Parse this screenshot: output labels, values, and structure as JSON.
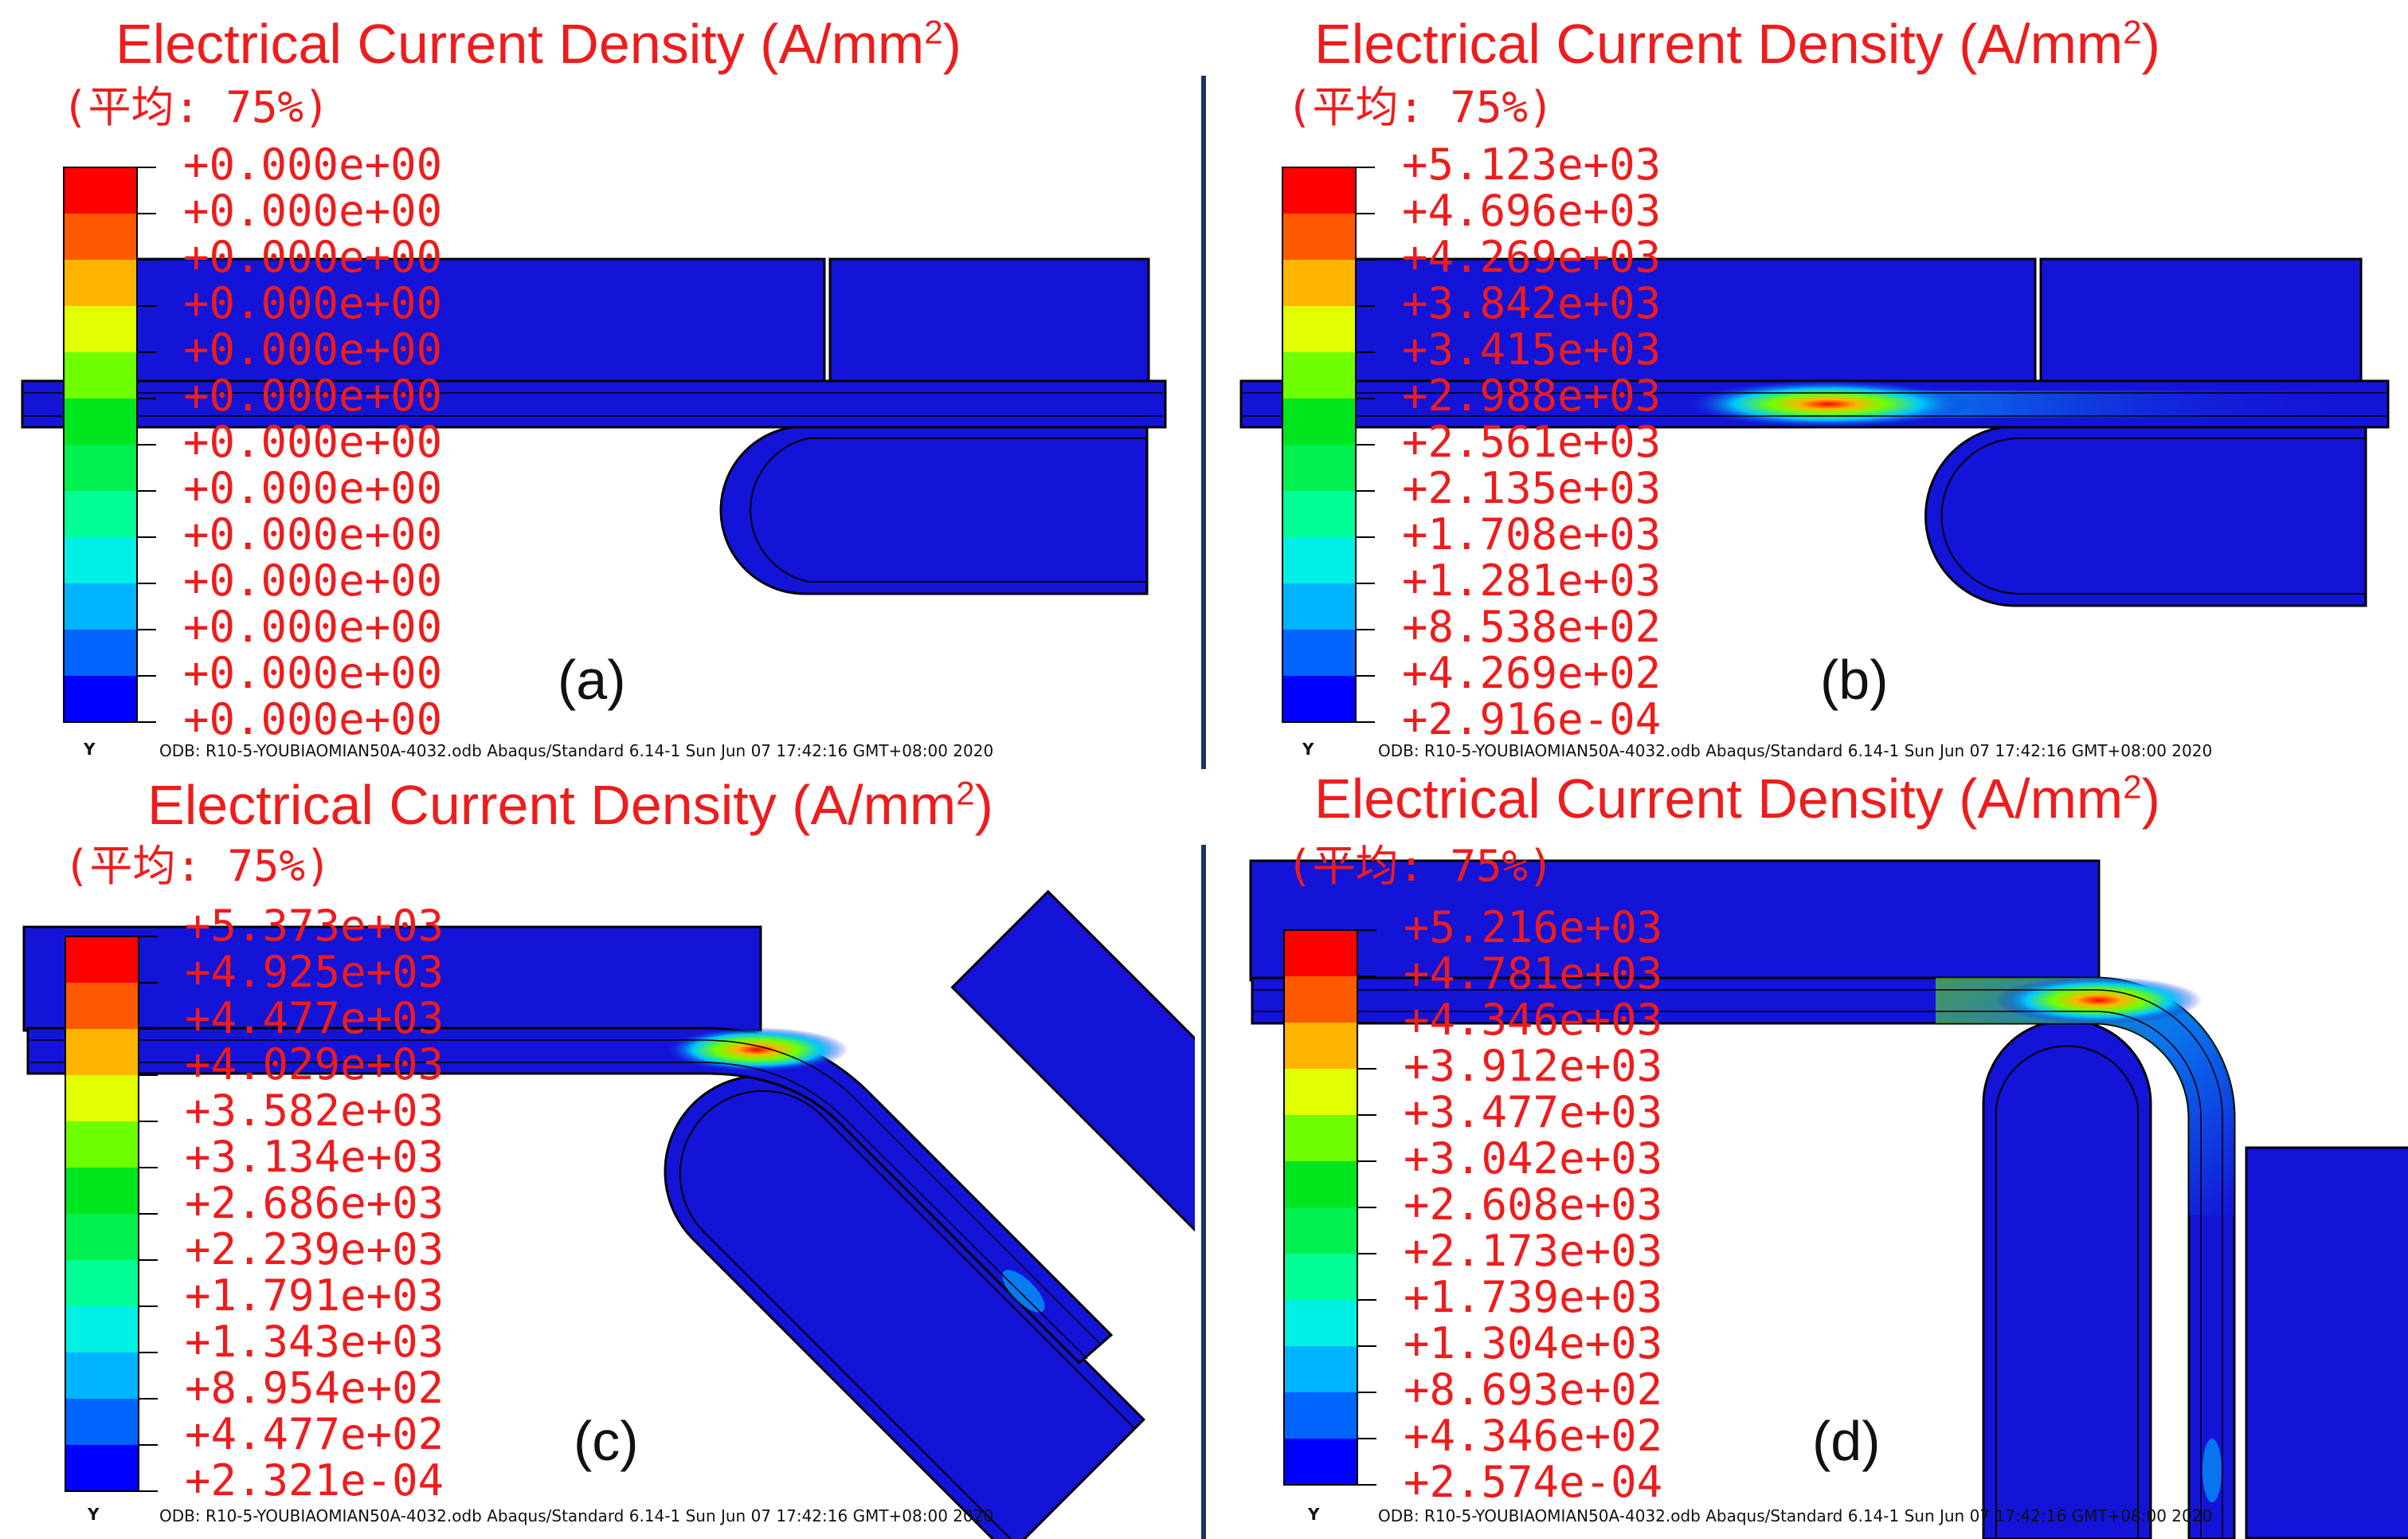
{
  "colors": {
    "text_red": "#ee1c1c",
    "part_blue": "#1414d8",
    "legend": [
      "#ff0000",
      "#ff5a00",
      "#ffb400",
      "#e1ff00",
      "#6eff00",
      "#00e61e",
      "#00f050",
      "#00ff96",
      "#00f0e6",
      "#00b4ff",
      "#0064ff",
      "#0000ff"
    ]
  },
  "panels": [
    {
      "title": "Electrical Current Density (A/mm",
      "title_sup": "2",
      "title_close": ")",
      "average": "(平均: 75%)",
      "legend_values": [
        "+0.000e+00",
        "+0.000e+00",
        "+0.000e+00",
        "+0.000e+00",
        "+0.000e+00",
        "+0.000e+00",
        "+0.000e+00",
        "+0.000e+00",
        "+0.000e+00",
        "+0.000e+00",
        "+0.000e+00",
        "+0.000e+00",
        "+0.000e+00"
      ],
      "label": "(a)",
      "axis": "Y",
      "footer": "ODB: R10-5-YOUBIAOMIAN50A-4032.odb    Abaqus/Standard 6.14-1    Sun Jun 07 17:42:16 GMT+08:00 2020"
    },
    {
      "title": "Electrical Current Density (A/mm",
      "title_sup": "2",
      "title_close": ")",
      "average": "(平均: 75%)",
      "legend_values": [
        "+5.123e+03",
        "+4.696e+03",
        "+4.269e+03",
        "+3.842e+03",
        "+3.415e+03",
        "+2.988e+03",
        "+2.561e+03",
        "+2.135e+03",
        "+1.708e+03",
        "+1.281e+03",
        "+8.538e+02",
        "+4.269e+02",
        "+2.916e-04"
      ],
      "label": "(b)",
      "axis": "Y",
      "footer": "ODB: R10-5-YOUBIAOMIAN50A-4032.odb    Abaqus/Standard 6.14-1    Sun Jun 07 17:42:16 GMT+08:00 2020"
    },
    {
      "title": "Electrical Current Density (A/mm",
      "title_sup": "2",
      "title_close": ")",
      "average": "(平均: 75%)",
      "legend_values": [
        "+5.373e+03",
        "+4.925e+03",
        "+4.477e+03",
        "+4.029e+03",
        "+3.582e+03",
        "+3.134e+03",
        "+2.686e+03",
        "+2.239e+03",
        "+1.791e+03",
        "+1.343e+03",
        "+8.954e+02",
        "+4.477e+02",
        "+2.321e-04"
      ],
      "label": "(c)",
      "axis": "Y",
      "footer": "ODB: R10-5-YOUBIAOMIAN50A-4032.odb    Abaqus/Standard 6.14-1    Sun Jun 07 17:42:16 GMT+08:00 2020"
    },
    {
      "title": "Electrical Current Density (A/mm",
      "title_sup": "2",
      "title_close": ")",
      "average": "(平均: 75%)",
      "legend_values": [
        "+5.216e+03",
        "+4.781e+03",
        "+4.346e+03",
        "+3.912e+03",
        "+3.477e+03",
        "+3.042e+03",
        "+2.608e+03",
        "+2.173e+03",
        "+1.739e+03",
        "+1.304e+03",
        "+8.693e+02",
        "+4.346e+02",
        "+2.574e-04"
      ],
      "label": "(d)",
      "axis": "Y",
      "footer": "ODB: R10-5-YOUBIAOMIAN50A-4032.odb    Abaqus/Standard 6.14-1    Sun Jun 07 17:42:16 GMT+08:00 2020"
    }
  ]
}
